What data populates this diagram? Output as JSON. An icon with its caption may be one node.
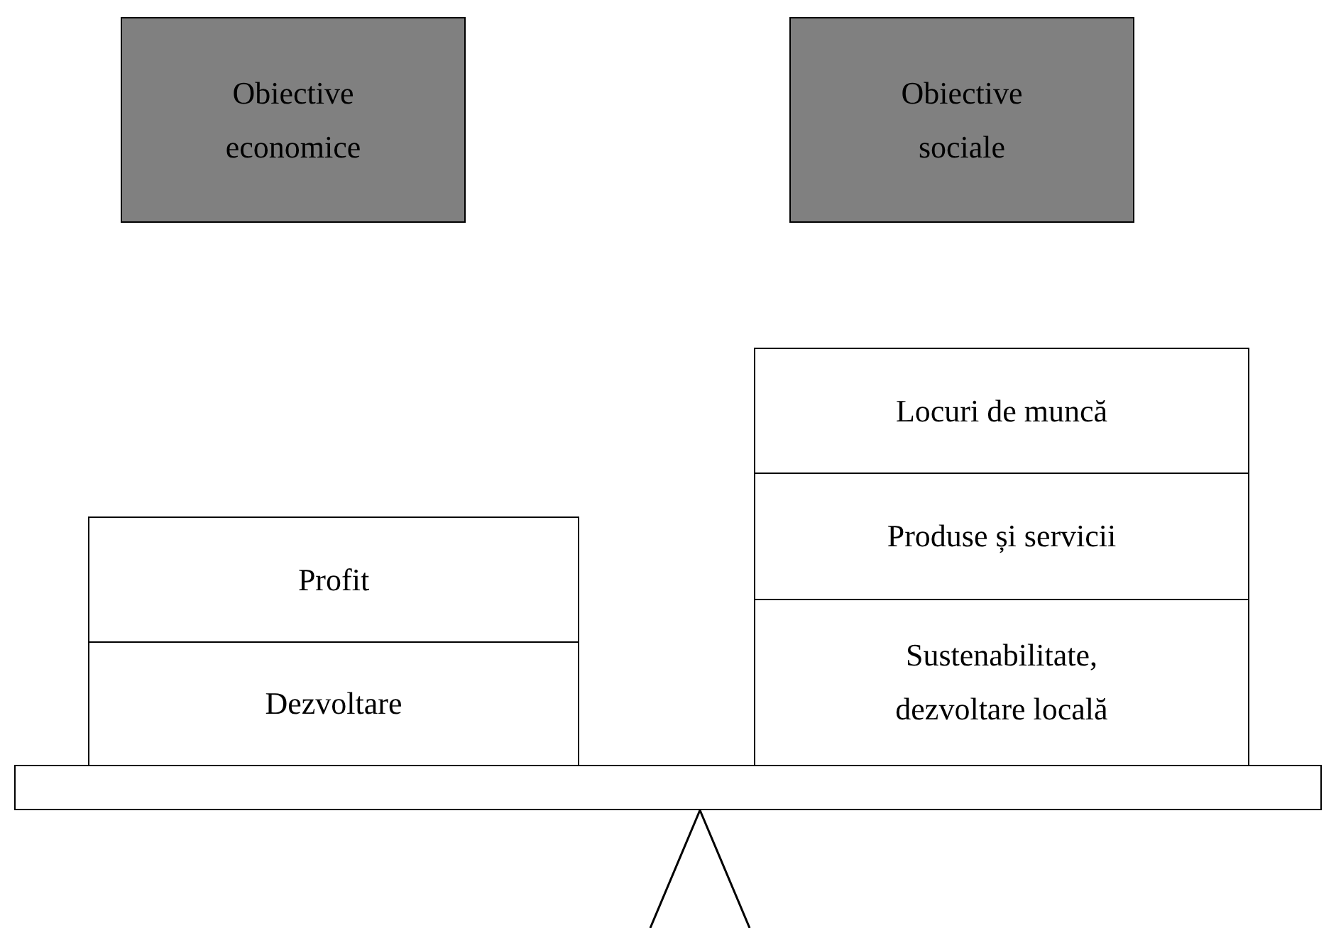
{
  "diagram": {
    "nodes": [
      {
        "text": [
          "Obiective economice"
        ]
      },
      {
        "text": [
          "Obiective sociale"
        ]
      },
      {
        "text": [
          "Profit"
        ]
      },
      {
        "text": [
          "Dezvoltare"
        ]
      },
      {
        "text": [
          "Locuri de muncă"
        ]
      },
      {
        "text": [
          "Produse și servicii"
        ]
      },
      {
        "text": [
          "Sustenabilitate, dezvoltare locală"
        ]
      },
      {
        "text": [],
        "shape": "bar"
      },
      {
        "text": [],
        "shape": "triangle"
      }
    ]
  }
}
